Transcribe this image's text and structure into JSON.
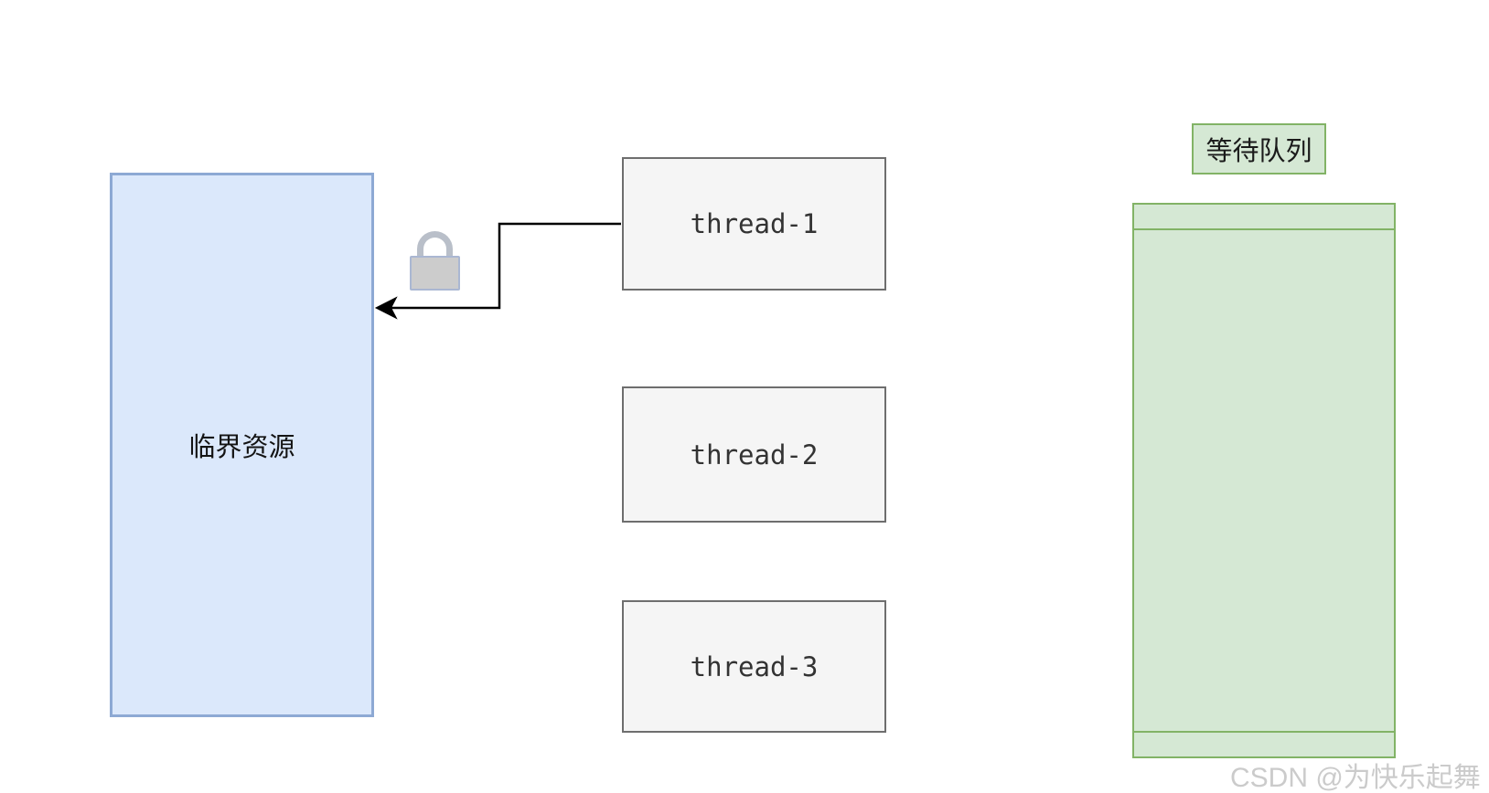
{
  "diagram": {
    "critical_resource": {
      "label": "临界资源",
      "fill": "#dbe8fb",
      "border": "#8da9d4"
    },
    "threads": [
      {
        "label": "thread-1"
      },
      {
        "label": "thread-2"
      },
      {
        "label": "thread-3"
      }
    ],
    "thread_style": {
      "fill": "#f5f5f5",
      "border": "#6e6e6e",
      "text_color": "#333333"
    },
    "wait_queue": {
      "label": "等待队列",
      "fill": "#d5e8d4",
      "border": "#82b366"
    },
    "lock": {
      "icon": "padlock-icon",
      "body_fill": "#cccccc"
    },
    "connector": {
      "color": "#000000"
    }
  },
  "watermark": {
    "text": "CSDN @为快乐起舞",
    "color": "#cbcbcb"
  }
}
